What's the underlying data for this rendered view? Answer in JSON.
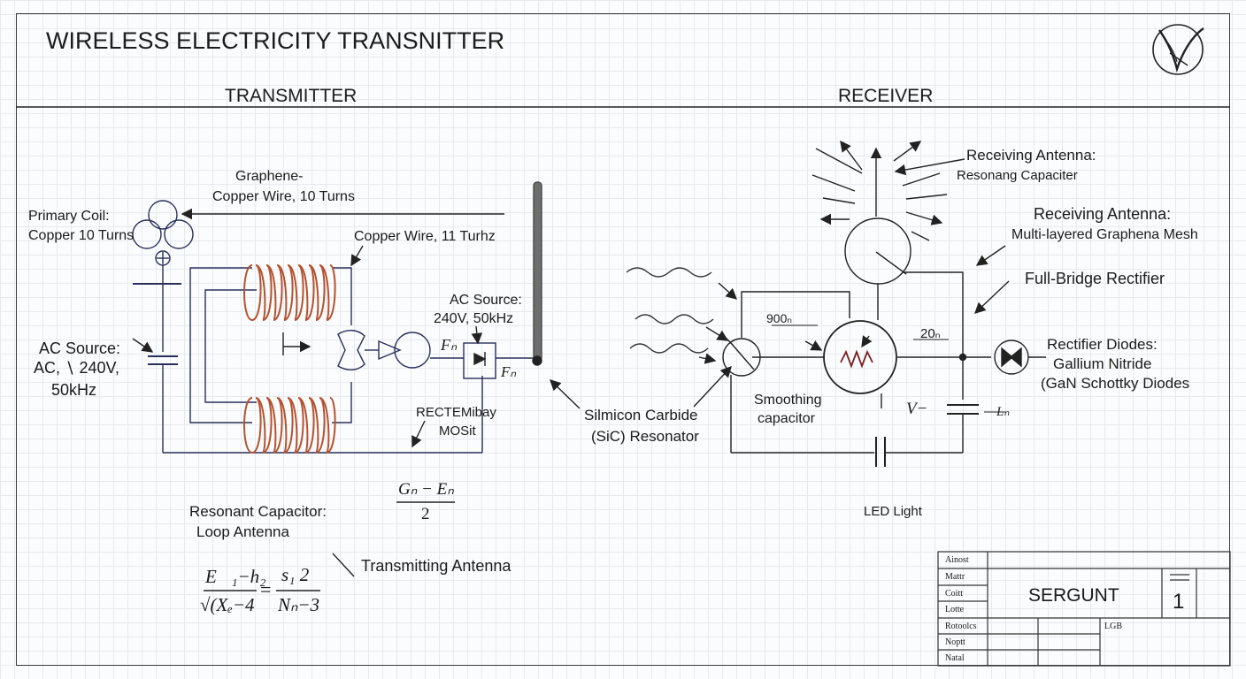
{
  "title": "WIRELESS ELECTRICITY TRANSNITTER",
  "sections": {
    "transmitter": "TRANSMITTER",
    "receiver": "RECEIVER"
  },
  "transmitter_labels": {
    "graphene_1": "Graphene-",
    "graphene_2": "Copper Wire, 10 Turns",
    "primary_coil_1": "Primary Coil:",
    "primary_coil_2": "Copper 10 Turns",
    "copper_wire": "Copper Wire, 11 Turhz",
    "ac_source_right_1": "AC Source:",
    "ac_source_right_2": "240V, 50kHz",
    "ac_source_left_1": "AC Source:",
    "ac_source_left_2": "AC, ∖ 240V,",
    "ac_source_left_3": "50kHz",
    "f_top": "Fₙ",
    "f_bottom": "Fₙ",
    "rectemibay": "RECTEMibay",
    "mosit": "MOSit",
    "resonant_1": "Resonant Capacitor:",
    "resonant_2": "Loop Antenna",
    "transmitting_antenna": "Transmitting Antenna",
    "sic_1": "Silmicon Carbide",
    "sic_2": "(SiC) Resonator"
  },
  "equations": {
    "frac_num": "Gₙ − Eₙ",
    "frac_den": "2",
    "eq_lhs_num": "E⃖₁−h₂",
    "eq_lhs_den": "√(Xₑ−4",
    "eq_rhs_num": "s₁ 2⃗",
    "eq_rhs_den": "Nₙ−3",
    "equals": "="
  },
  "receiver_labels": {
    "rx_antenna_1a": "Receiving Antenna:",
    "rx_antenna_1b": "Resonang Capaciter",
    "rx_antenna_2a": "Receiving Antenna:",
    "rx_antenna_2b": "Multi-layered Graphena Mesh",
    "full_bridge": "Full-Bridge Rectifier",
    "rect_diodes_1": "Rectifier Diodes:",
    "rect_diodes_2": "Gallium Nitride",
    "rect_diodes_3": "(GaN Schottky Diodes",
    "v900": "900ₙ",
    "v20": "20ₙ",
    "smoothing_1": "Smoothing",
    "smoothing_2": "capacitor",
    "v_minus": "V−",
    "l_label": "Lₙ",
    "led": "LED Light"
  },
  "title_block": {
    "rows": [
      "Ainost",
      "Mattr",
      "Coitt",
      "Lotte",
      "Rotoolcs",
      "Noptt",
      "Natal"
    ],
    "name": "SERGUNT",
    "sheet": "1",
    "code": "LGB"
  }
}
